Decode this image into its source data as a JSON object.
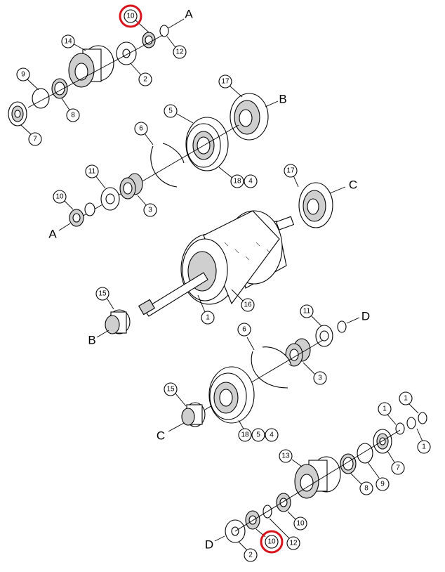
{
  "diagram": {
    "callouts": {
      "c_top_10": "10",
      "c_top_12": "12",
      "c_top_14": "14",
      "c_top_2": "2",
      "c_top_9": "9",
      "c_top_8": "8",
      "c_top_7": "7",
      "c_up_17": "17",
      "c_up_5": "5",
      "c_up_6": "6",
      "c_up_18": "18",
      "c_up_4": "4",
      "c_up_11": "11",
      "c_up_10": "10",
      "c_up_3": "3",
      "c_mid_17": "17",
      "c_mid_15": "15",
      "c_mid_1": "1",
      "c_mid_16": "16",
      "c_lo_11": "11",
      "c_lo_6": "6",
      "c_lo_3": "3",
      "c_lo_15": "15",
      "c_lo_18": "18",
      "c_lo_5": "5",
      "c_lo_4": "4",
      "c_bot_1a": "1",
      "c_bot_1b": "1",
      "c_bot_1c": "1",
      "c_bot_13": "13",
      "c_bot_7": "7",
      "c_bot_8": "8",
      "c_bot_9": "9",
      "c_bot_10a": "10",
      "c_bot_10b": "10",
      "c_bot_12": "12",
      "c_bot_2": "2"
    },
    "letters": {
      "A_top": "A",
      "B_top": "B",
      "A_mid": "A",
      "C_mid": "C",
      "B_left": "B",
      "D_mid": "D",
      "C_low": "C",
      "D_bot": "D"
    },
    "highlight_color": "#d8141c"
  }
}
